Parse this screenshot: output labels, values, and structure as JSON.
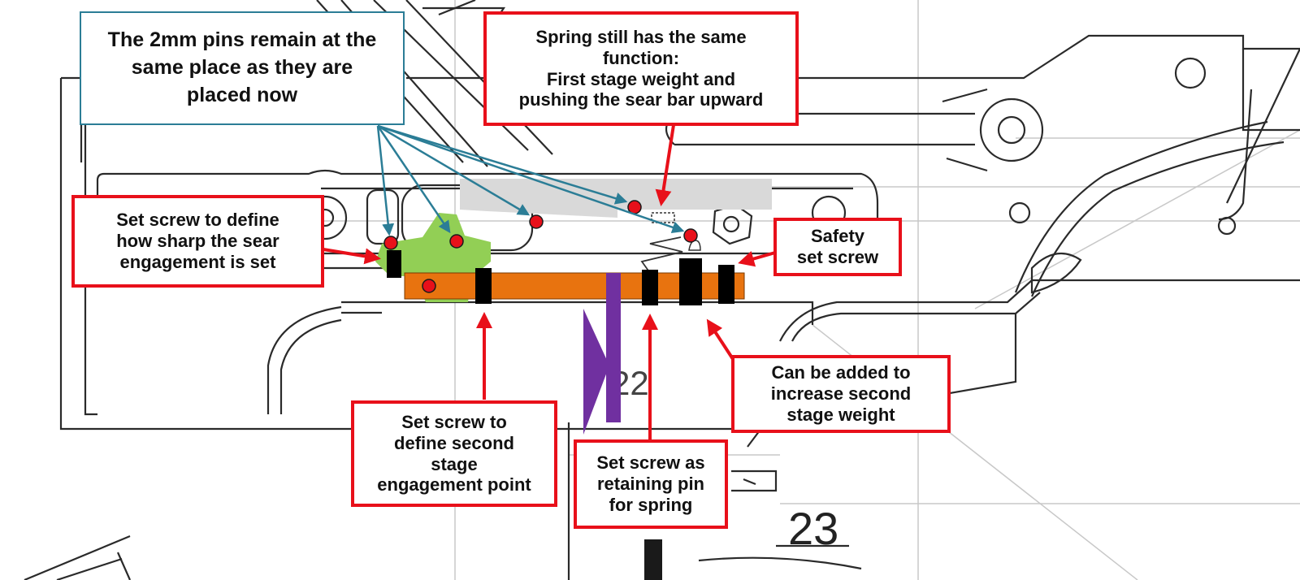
{
  "colors": {
    "callout_border": "#e8101a",
    "pin_callout_border": "#2b7d96",
    "sear_lever": "#92cf55",
    "sear_bar": "#e8730f",
    "spring_plate": "#7030a0",
    "top_bar": "#d9d9d9",
    "set_screw": "#000000",
    "pin": "#e8101a"
  },
  "callouts": {
    "pins": "The 2mm pins remain at the\nsame place as they are\nplaced now",
    "spring": "Spring still has the same\nfunction:\nFirst stage weight and\npushing the sear bar upward",
    "sear_engagement": "Set screw to define\nhow sharp the sear\nengagement is set",
    "safety": "Safety\nset screw",
    "second_stage_weight": "Can be added to\nincrease second\nstage weight",
    "second_stage_point": "Set screw to\ndefine second\nstage\nengagement point",
    "retaining_pin": "Set screw as\nretaining pin\nfor spring"
  },
  "drawing_labels": {
    "part_23": "23",
    "part_22": "22"
  }
}
